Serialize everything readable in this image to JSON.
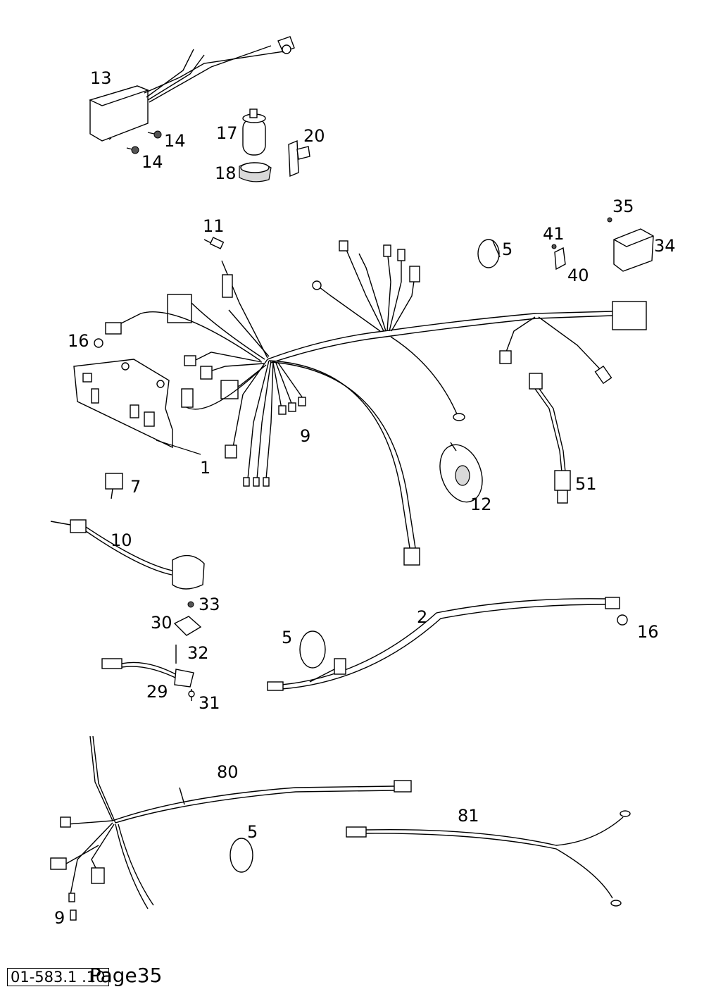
{
  "labels": {
    "l1": "1",
    "l2": "2",
    "l5a": "5",
    "l5b": "5",
    "l5c": "5",
    "l7": "7",
    "l9a": "9",
    "l9b": "9",
    "l10": "10",
    "l11": "11",
    "l12": "12",
    "l13": "13",
    "l14a": "14",
    "l14b": "14",
    "l16a": "16",
    "l16b": "16",
    "l17": "17",
    "l18": "18",
    "l20": "20",
    "l29": "29",
    "l30": "30",
    "l31": "31",
    "l32": "32",
    "l33": "33",
    "l34": "34",
    "l35": "35",
    "l40": "40",
    "l41": "41",
    "l51": "51",
    "l80": "80",
    "l81": "81"
  },
  "footer": {
    "code": "01-583.1 .10",
    "page": "Page35"
  }
}
